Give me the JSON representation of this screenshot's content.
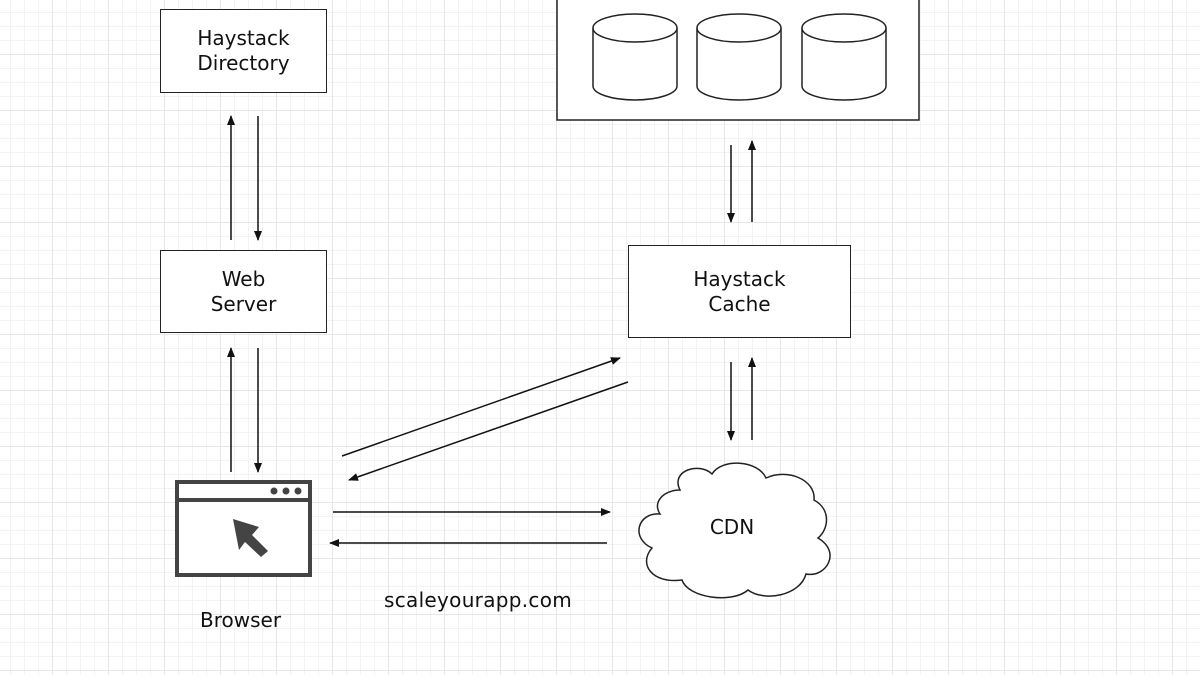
{
  "nodes": {
    "haystack_directory": "Haystack\nDirectory",
    "web_server": "Web\nServer",
    "haystack_cache": "Haystack\nCache",
    "cdn": "CDN",
    "browser": "Browser"
  },
  "watermark": "scaleyourapp.com",
  "colors": {
    "stroke": "#222222",
    "browser_icon": "#444444",
    "background": "#ffffff",
    "grid": "#e6e6e6"
  },
  "icons": {
    "browser": "browser-window-icon",
    "storage": "database-icon",
    "cdn": "cloud-icon"
  }
}
